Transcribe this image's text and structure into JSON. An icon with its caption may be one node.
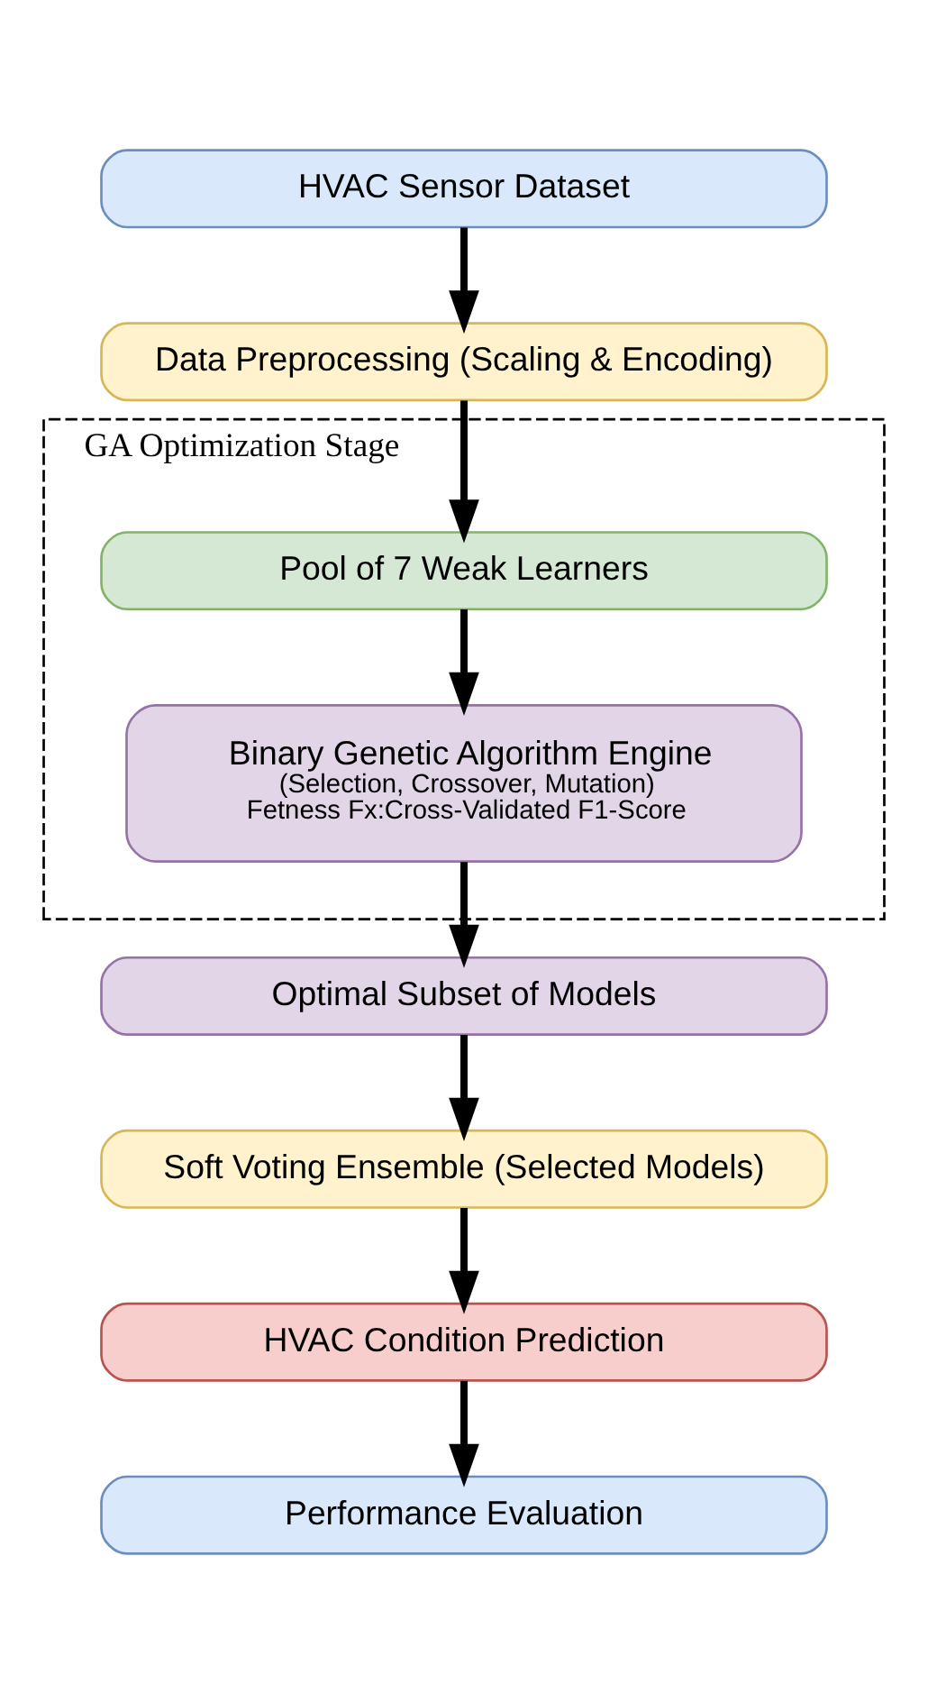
{
  "diagram": {
    "nodes": [
      {
        "text": [
          "HVAC Sensor Dataset"
        ]
      },
      {
        "text": [
          "Data Preprocessing (Scaling & Encoding)"
        ]
      },
      {
        "text": [
          "GA Optimization Stage"
        ]
      },
      {
        "text": [
          "Pool of 7 Weak Learners"
        ],
        "in": 2
      },
      {
        "text": [
          "Binary Genetic Algorithm Engine",
          "(Selection, Crossover, Mutation)",
          "Fetness Fx:Cross-Validated F1-Score"
        ],
        "in": 2
      },
      {
        "text": [
          "Optimal Subset of Models"
        ]
      },
      {
        "text": [
          "Soft Voting Ensemble (Selected Models)"
        ]
      },
      {
        "text": [
          "HVAC Condition Prediction"
        ]
      },
      {
        "text": [
          "Performance Evaluation"
        ]
      }
    ],
    "edges": [
      {
        "from": 0,
        "to": 1,
        "arrow": "to"
      },
      {
        "from": 1,
        "to": 3,
        "arrow": "to"
      },
      {
        "from": 3,
        "to": 4,
        "arrow": "to"
      },
      {
        "from": 4,
        "to": 5,
        "arrow": "to"
      },
      {
        "from": 5,
        "to": 6,
        "arrow": "to"
      },
      {
        "from": 6,
        "to": 7,
        "arrow": "to"
      },
      {
        "from": 7,
        "to": 8,
        "arrow": "to"
      }
    ]
  }
}
